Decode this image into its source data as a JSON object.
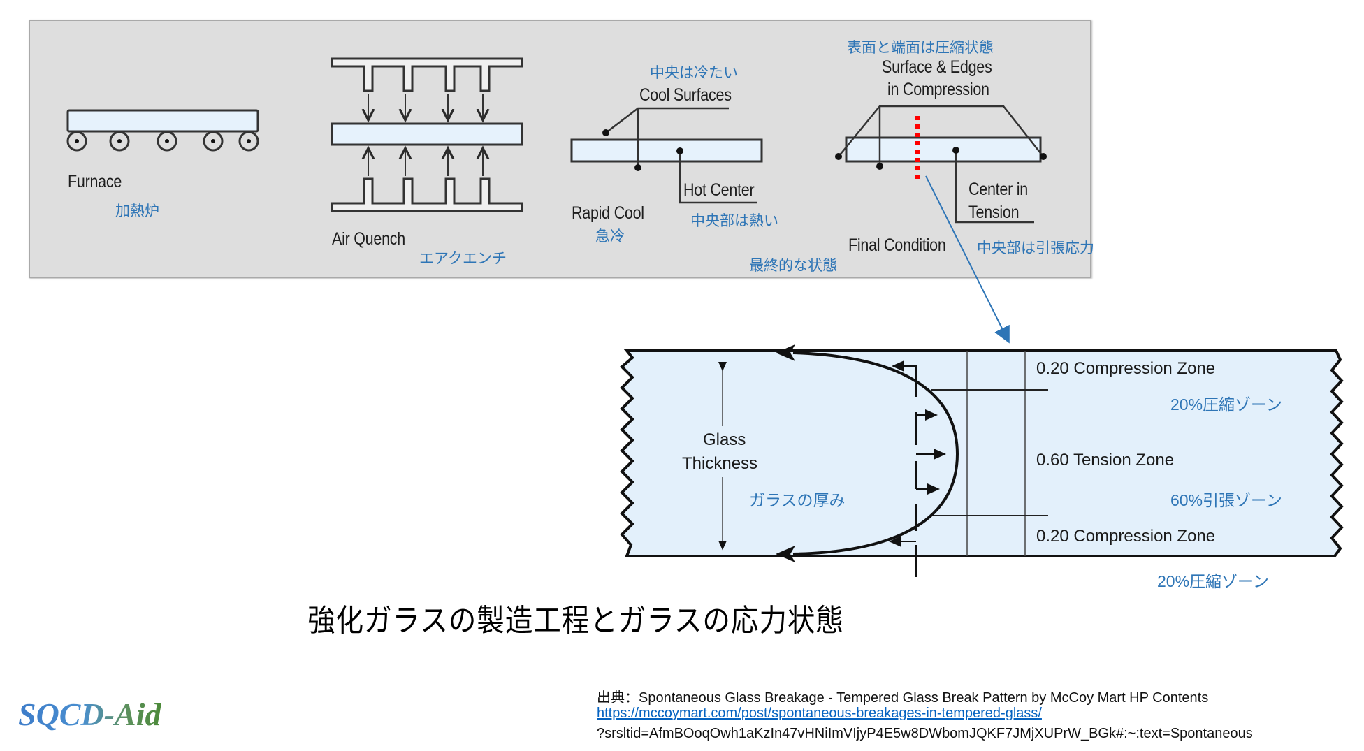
{
  "process_panel": {
    "stages": [
      {
        "id": "furnace",
        "label_en": "Furnace",
        "label_jp": "加熱炉"
      },
      {
        "id": "air-quench",
        "label_en": "Air Quench",
        "label_jp": "エアクエンチ"
      },
      {
        "id": "rapid-cool",
        "label_en": "Rapid Cool",
        "label_jp": "急冷",
        "callouts": [
          {
            "en": "Cool Surfaces",
            "jp": "中央は冷たい"
          },
          {
            "en": "Hot Center",
            "jp": "中央部は熱い"
          }
        ]
      },
      {
        "id": "final-condition",
        "label_en": "Final Condition",
        "label_jp": "最終的な状態",
        "callouts": [
          {
            "en_line1": "Surface & Edges",
            "en_line2": "in Compression",
            "jp": "表面と端面は圧縮状態"
          },
          {
            "en_line1": "Center in",
            "en_line2": "Tension",
            "jp": "中央部は引張応力"
          }
        ]
      }
    ]
  },
  "stress_diagram": {
    "thickness_label_line1": "Glass",
    "thickness_label_line2": "Thickness",
    "thickness_label_jp": "ガラスの厚み",
    "zones": [
      {
        "label": "0.20 Compression Zone",
        "label_jp": "20%圧縮ゾーン",
        "fraction": 0.2
      },
      {
        "label": "0.60 Tension Zone",
        "label_jp": "60%引張ゾーン",
        "fraction": 0.6
      },
      {
        "label": "0.20 Compression Zone",
        "label_jp": "20%圧縮ゾーン",
        "fraction": 0.2
      }
    ]
  },
  "title": "強化ガラスの製造工程とガラスの応力状態",
  "citation": {
    "line1": "出典：Spontaneous Glass Breakage - Tempered Glass Break Pattern  by McCoy Mart HP Contents",
    "link": "https://mccoymart.com/post/spontaneous-breakages-in-tempered-glass/",
    "line3": "?srsltid=AfmBOoqOwh1aKzIn47vHNiImVIjyP4E5w8DWbomJQKF7JMjXUPrW_BGk#:~:text=Spontaneous"
  },
  "logo": "SQCD-Aid",
  "colors": {
    "panel_bg": "#dedede",
    "glass_fill": "#e3f0fb",
    "jp_label": "#2e75b6",
    "section_marker": "#ff0000",
    "link": "#0563c1"
  }
}
